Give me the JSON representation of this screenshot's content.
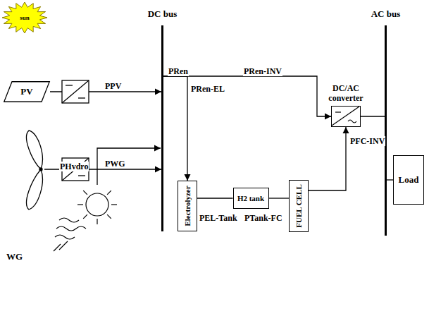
{
  "diagram": {
    "nodes": [
      {
        "text": [
          "sun"
        ]
      },
      {
        "text": [
          "DC bus"
        ]
      },
      {
        "text": [
          "AC bus"
        ]
      },
      {
        "text": [
          "PV"
        ]
      },
      {
        "text": [
          "DC/AC converter"
        ]
      },
      {
        "text": [
          "WG"
        ]
      },
      {
        "text": [
          "Load"
        ]
      },
      {
        "text": [
          "Electrolyzer"
        ]
      },
      {
        "text": [
          "H2 tank"
        ]
      },
      {
        "text": [
          "FUEL CELL"
        ]
      }
    ],
    "edges": [
      {
        "from": 3,
        "to": 1,
        "label": "PPV",
        "arrow": "to"
      },
      {
        "from": 5,
        "to": 1,
        "label": "PWG",
        "arrow": "to"
      },
      {
        "from": 1,
        "to": 4,
        "label": "PRen-INV",
        "arrow": "to"
      },
      {
        "from": 1,
        "to": 7,
        "label": "PRen-EL",
        "arrow": "to"
      },
      {
        "from": 7,
        "to": 8,
        "label": "PEL-Tank",
        "arrow": "none"
      },
      {
        "from": 8,
        "to": 9,
        "label": "PTank-FC",
        "arrow": "none"
      },
      {
        "from": 9,
        "to": 4,
        "label": "PFC-INV",
        "arrow": "to"
      },
      {
        "from": 4,
        "to": 2,
        "arrow": "none"
      },
      {
        "from": 2,
        "to": 6,
        "arrow": "none"
      }
    ],
    "labels": [
      "PRen",
      "PHvdro"
    ]
  }
}
